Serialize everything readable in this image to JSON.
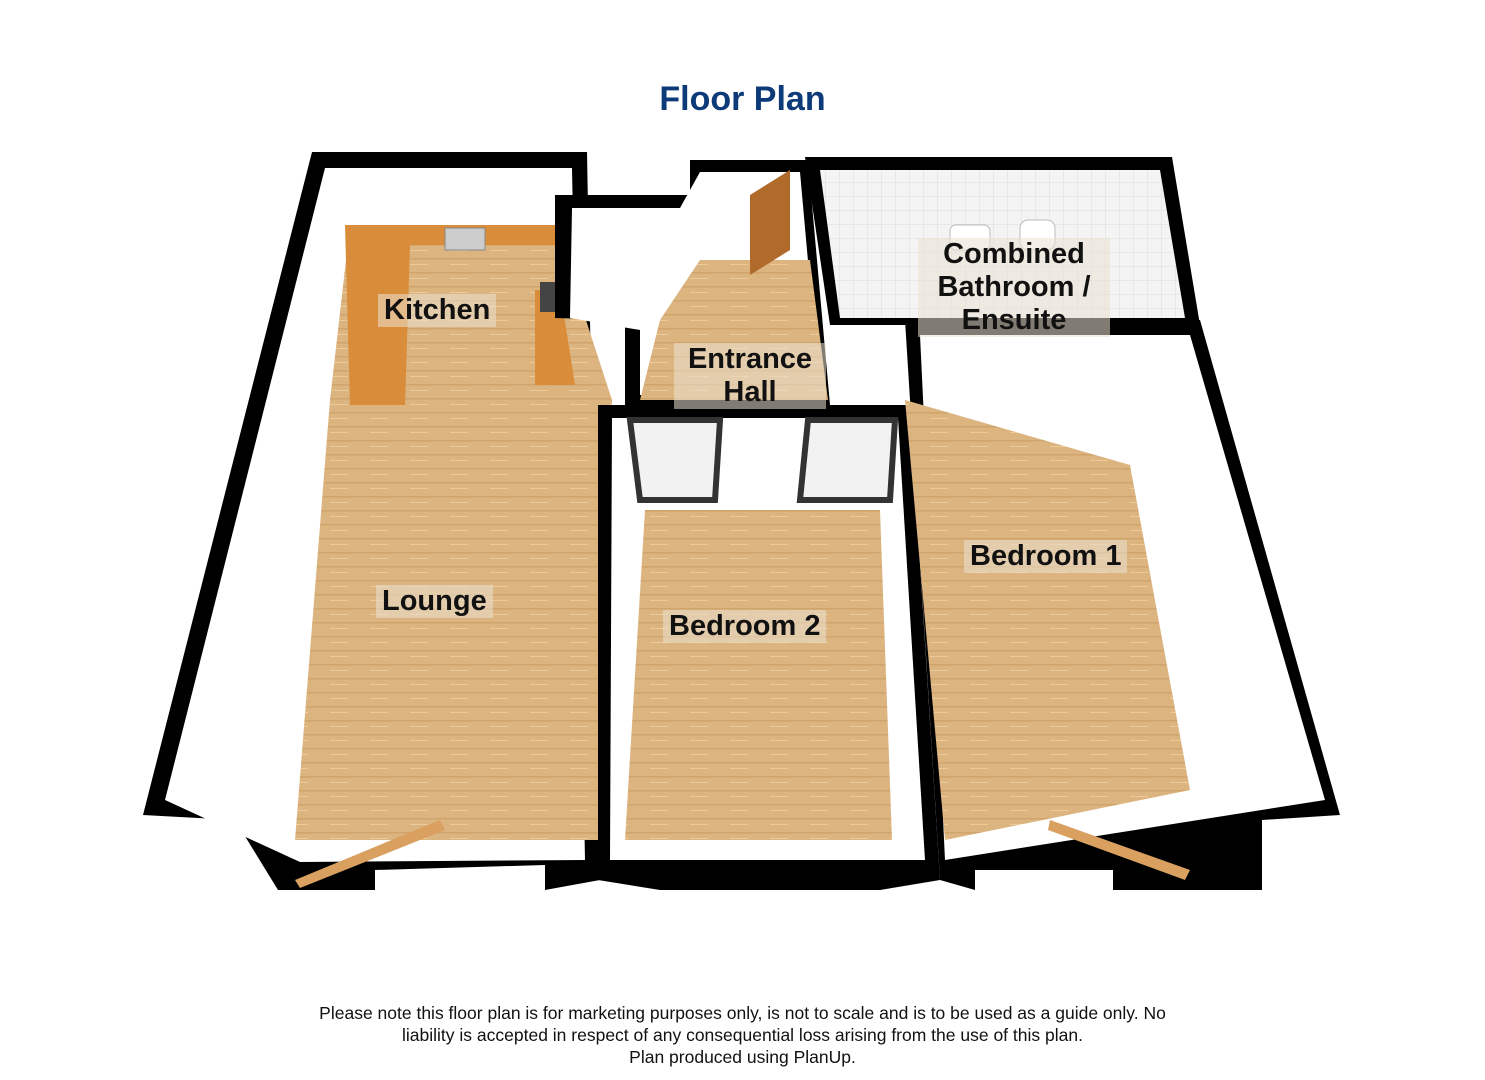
{
  "title": "Floor Plan",
  "rooms": {
    "kitchen": "Kitchen",
    "lounge": "Lounge",
    "entrance_hall_1": "Entrance",
    "entrance_hall_2": "Hall",
    "bathroom_1": "Combined",
    "bathroom_2": "Bathroom /",
    "bathroom_3": "Ensuite",
    "bedroom1": "Bedroom 1",
    "bedroom2": "Bedroom 2"
  },
  "colors": {
    "title": "#0d3a78",
    "wall": "#000000",
    "floor": "#d9b07a",
    "counter": "#d98c3a"
  },
  "footer": {
    "line1": "Please note this floor plan is for marketing purposes only, is not to scale and is to be used as a guide only.  No",
    "line2": "liability is accepted in respect of any consequential loss arising from the use of this plan.",
    "line3": "Plan produced using PlanUp."
  }
}
